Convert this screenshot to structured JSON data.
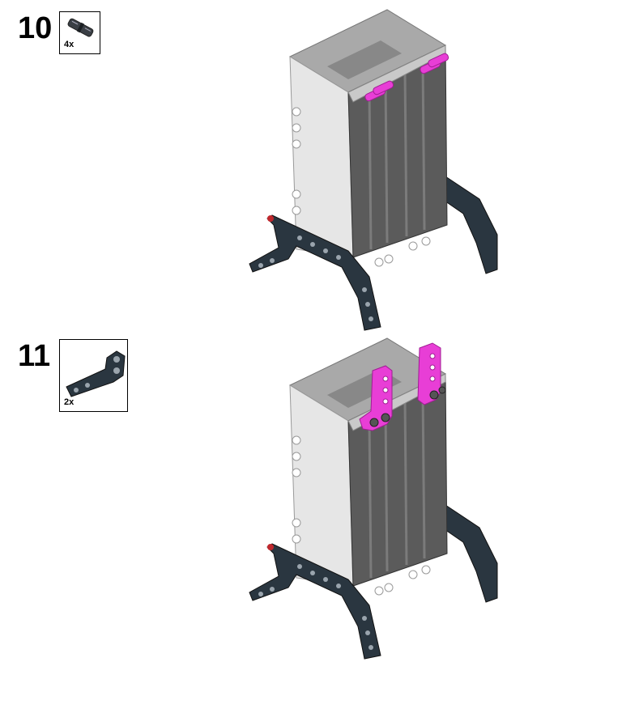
{
  "steps": [
    {
      "number": "10",
      "part_icon": "connector-pin-icon",
      "part_quantity": "4x",
      "colors": {
        "new_part": "#e83ed6",
        "frame": "#2a3640",
        "hub_dark": "#5b5b5b",
        "hub_light": "#cfcfcf"
      }
    },
    {
      "number": "11",
      "part_icon": "l-beam-icon",
      "part_quantity": "2x",
      "colors": {
        "new_part": "#e83ed6",
        "frame": "#2a3640",
        "hub_dark": "#5b5b5b",
        "hub_light": "#cfcfcf"
      }
    }
  ]
}
